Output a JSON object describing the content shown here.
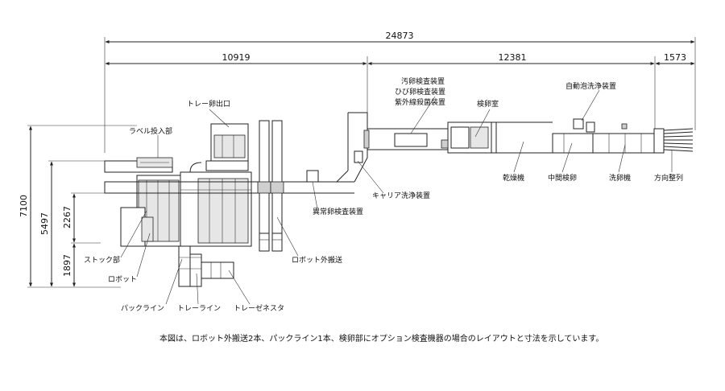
{
  "dimensions": {
    "total": "24873",
    "seg1": "10919",
    "seg2": "12381",
    "seg3": "1573",
    "height_total": "7100",
    "height_mid": "5497",
    "height_upper": "2267",
    "height_lower": "1897"
  },
  "labels": {
    "tray_egg_outlet": "トレー卵出口",
    "label_input": "ラベル投入部",
    "dirty_egg": "汚卵検査装置",
    "crack_egg": "ひび卵検査装置",
    "uv_sterilize": "紫外線殺菌装置",
    "inspection_room": "検卵室",
    "auto_foam_wash": "自動泡洗浄装置",
    "carrier_wash": "キャリア洗浄装置",
    "abnormal_egg": "異常卵検査装置",
    "robot_transfer": "ロボット外搬送",
    "dryer": "乾燥機",
    "mid_inspection": "中間検卵",
    "washer": "洗卵機",
    "orientation": "方向整列",
    "stock": "ストック部",
    "robot": "ロボット",
    "pack_line": "パックライン",
    "tray_line": "トレーライン",
    "tray_stacker": "トレーゼネスタ"
  },
  "caption": "本図は、ロボット外搬送2本、パックライン1本、検卵部にオプション検査機器の場合のレイアウトと寸法を示しています。"
}
